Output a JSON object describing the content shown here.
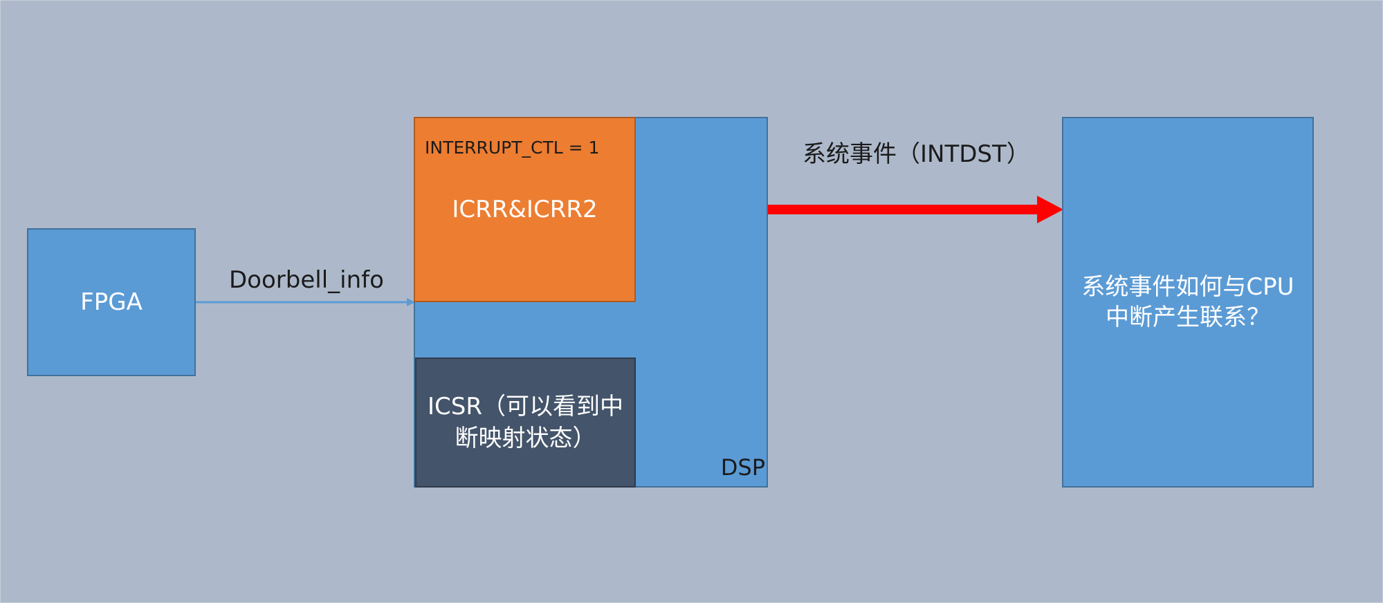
{
  "colors": {
    "background": "#adb9ca",
    "box_blue": "#5b9bd5",
    "box_orange": "#ed7d31",
    "box_dark": "#44546a",
    "arrow_red": "#ff0000",
    "arrow_blue": "#5b9bd5",
    "connector_dashed": "#e8262a"
  },
  "nodes": {
    "fpga": {
      "label": "FPGA"
    },
    "dsp": {
      "label": "DSP"
    },
    "icrr": {
      "register_setting": "INTERRUPT_CTL = 1",
      "label": "ICRR&ICRR2"
    },
    "icsr": {
      "label": "ICSR（可以看到中断映射状态）"
    },
    "cpu_question": {
      "label": "系统事件如何与CPU中断产生联系？"
    }
  },
  "edges": {
    "fpga_to_dsp": {
      "label": "Doorbell_info"
    },
    "icrr_to_cpu": {
      "label": "系统事件（INTDST）"
    }
  }
}
